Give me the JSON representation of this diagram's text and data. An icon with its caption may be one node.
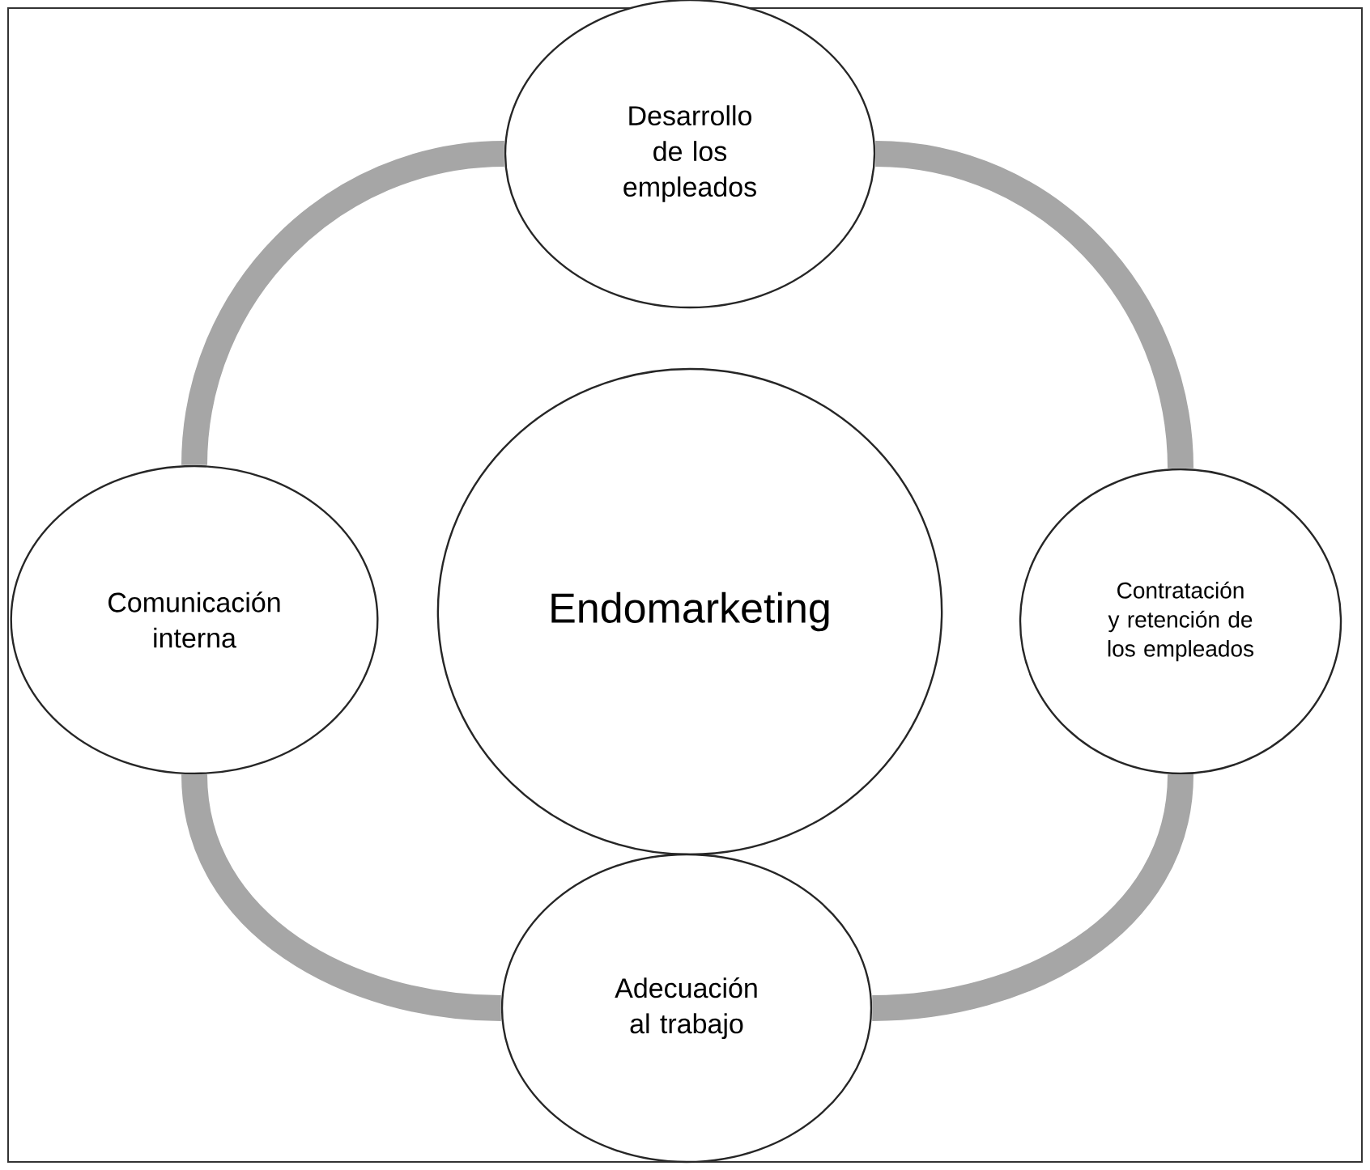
{
  "diagram": {
    "nodes": [
      {
        "text": [
          "Desarrollo de los empleados"
        ]
      },
      {
        "text": [
          "Comunicación interna"
        ]
      },
      {
        "text": [
          "Endomarketing"
        ]
      },
      {
        "text": [
          "Contratación y retención de los empleados"
        ]
      },
      {
        "text": [
          "Adecuación al trabajo"
        ]
      }
    ],
    "edges": [
      {
        "from": 0,
        "to": 3,
        "arrow": "none"
      },
      {
        "from": 3,
        "to": 4,
        "arrow": "none"
      },
      {
        "from": 4,
        "to": 1,
        "arrow": "none"
      },
      {
        "from": 1,
        "to": 0,
        "arrow": "none"
      }
    ]
  }
}
